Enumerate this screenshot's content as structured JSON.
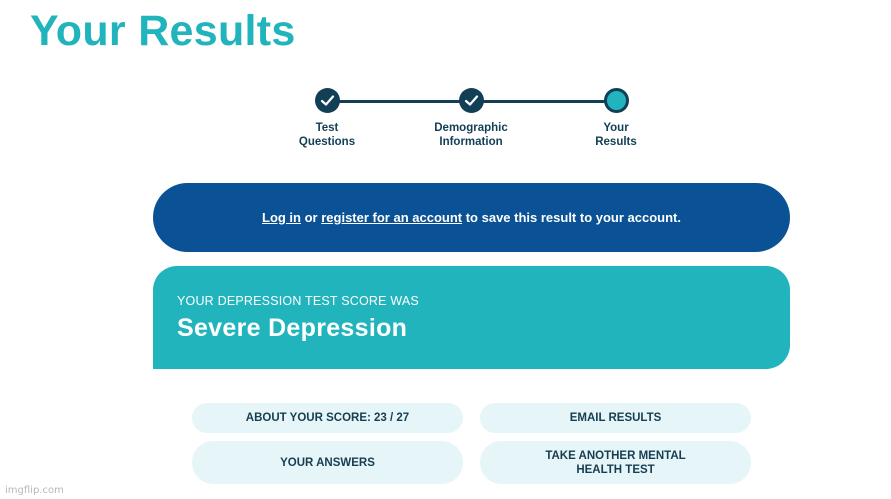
{
  "header": {
    "title": "Your Results"
  },
  "stepper": {
    "steps": [
      {
        "label": "Test\nQuestions",
        "state": "completed"
      },
      {
        "label": "Demographic\nInformation",
        "state": "completed"
      },
      {
        "label": "Your\nResults",
        "state": "current"
      }
    ]
  },
  "login_banner": {
    "login_link": "Log in",
    "or_text": " or ",
    "register_link": "register for an account",
    "suffix": " to save this result to your account."
  },
  "result_card": {
    "kicker": "YOUR DEPRESSION TEST SCORE WAS",
    "result": "Severe Depression"
  },
  "actions": {
    "about_score": "ABOUT YOUR SCORE: 23 / 27",
    "email_results": "EMAIL RESULTS",
    "your_answers": "YOUR ANSWERS",
    "take_another": "TAKE ANOTHER MENTAL\nHEALTH TEST"
  },
  "watermark": "imgflip.com",
  "colors": {
    "title": "#21b4bd",
    "navy": "#123f56",
    "banner": "#0a5295",
    "teal": "#21b4bd",
    "pill_bg": "#e6f6f8"
  }
}
